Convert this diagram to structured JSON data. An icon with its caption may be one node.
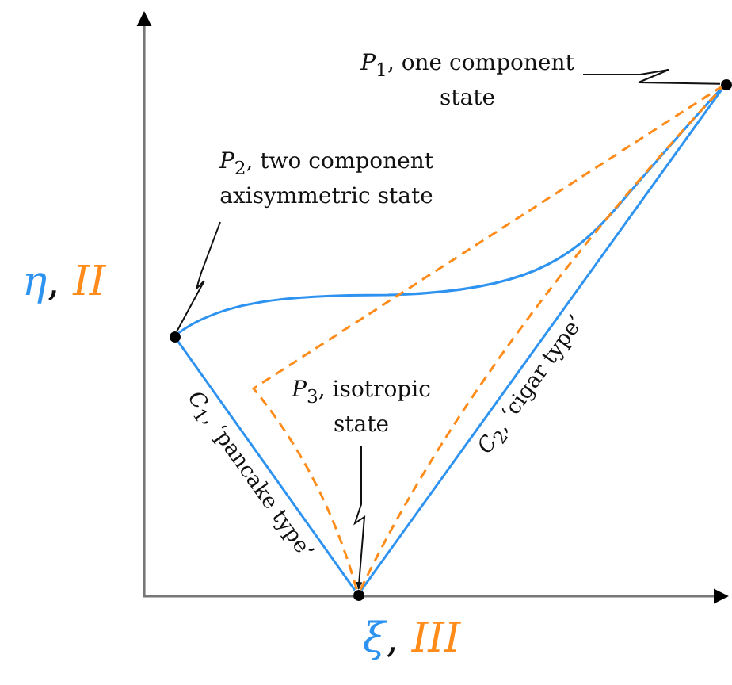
{
  "diagram": {
    "nodes": [
      {
        "text": [
          "*P*$_{1}$, one component state"
        ]
      },
      {
        "text": [],
        "shape": "circle"
      },
      {
        "text": [
          "*P*$_{2}$, two component axisymmetric state"
        ]
      },
      {
        "text": [],
        "shape": "circle"
      },
      {
        "text": [
          "*P*$_{3}$, isotropic state"
        ]
      },
      {
        "text": [],
        "shape": "circle"
      }
    ],
    "edges": [
      {
        "from": 0,
        "to": 1,
        "arrow": "none"
      },
      {
        "from": 2,
        "to": 3,
        "arrow": "none"
      },
      {
        "from": 4,
        "to": 5,
        "arrow": "to"
      },
      {
        "from": 3,
        "to": 5,
        "arrow": "none",
        "label": "*C*$_{1}$, ‘pancake type’",
        "color": "#2e93f0"
      },
      {
        "from": 5,
        "to": 1,
        "arrow": "none",
        "label": "*C*$_{2}$, ‘cigar type’",
        "color": "#2e93f0"
      },
      {
        "from": 3,
        "to": 1,
        "arrow": "none",
        "color": "#2e93f0"
      },
      {
        "from": 5,
        "to": 1,
        "arrow": "none",
        "style": "dashed",
        "color": "#ff8c1a"
      },
      {
        "from": 5,
        "to": 1,
        "arrow": "none",
        "style": "dashed",
        "color": "#ff8c1a"
      }
    ],
    "labels": [
      "*η*, *II*",
      "*ξ*, *III*"
    ]
  }
}
